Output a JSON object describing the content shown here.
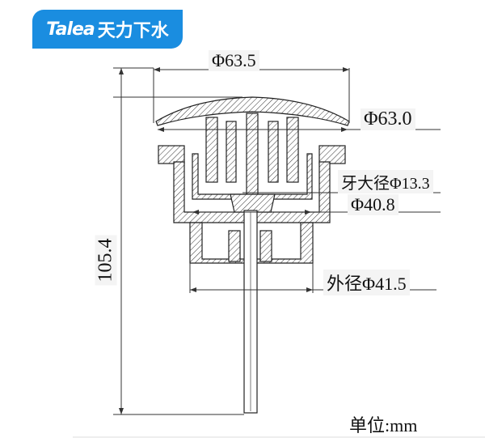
{
  "logo": {
    "brand_en": "Talea",
    "brand_cn": "天力下水"
  },
  "dimensions": {
    "cap_outer": "Φ63.5",
    "cap_inner": "Φ63.0",
    "thread_major": "牙大径Φ13.3",
    "body_inner": "Φ40.8",
    "outer_diameter": "外径Φ41.5",
    "height": "105.4"
  },
  "unit_label": "单位:mm",
  "colors": {
    "brand": "#1a8de0",
    "line": "#222222"
  }
}
